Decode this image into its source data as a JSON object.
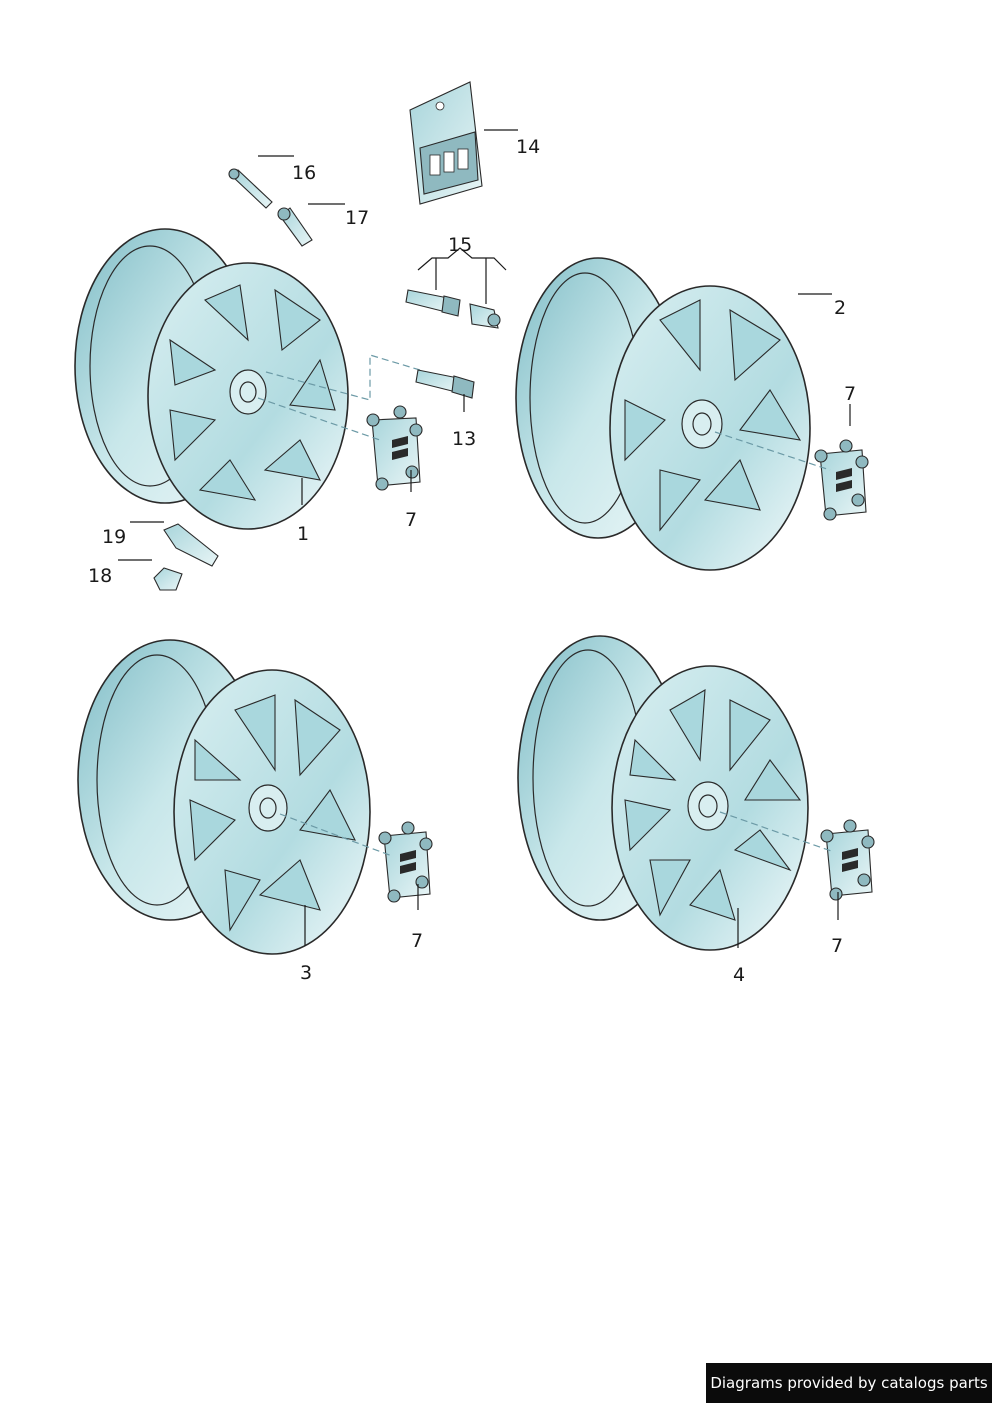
{
  "callouts": {
    "c1": "1",
    "c2": "2",
    "c3": "3",
    "c4": "4",
    "c7a": "7",
    "c7b": "7",
    "c7c": "7",
    "c7d": "7",
    "c13": "13",
    "c14": "14",
    "c15": "15",
    "c16": "16",
    "c17": "17",
    "c18": "18",
    "c19": "19"
  },
  "footer": {
    "credit": "Diagrams provided by catalogs parts"
  },
  "colors": {
    "part_fill": "#bfe3e7",
    "line": "#2a2a2a",
    "background": "#ffffff"
  }
}
